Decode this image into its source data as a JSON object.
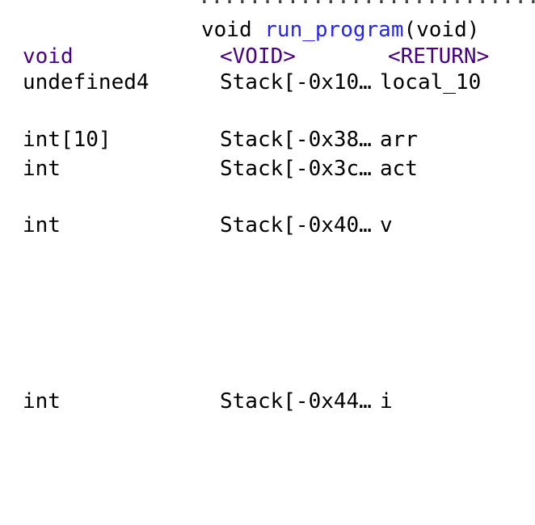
{
  "colors": {
    "background": "#ffffff",
    "keyword_purple": "#4a0082",
    "function_name_blue": "#2424f0",
    "default_text": "#000000",
    "separator_dots": "#3d3d3d"
  },
  "separator": {
    "dots": "..........................."
  },
  "function": {
    "signature": {
      "keyword": "void ",
      "name": "run_program",
      "params": "(void)"
    },
    "return_row": {
      "type": "void",
      "storage": "<VOID>",
      "name": "<RETURN>"
    },
    "variables": [
      {
        "type": "undefined4",
        "storage": "Stack[-0x10…",
        "name": "local_10"
      },
      {
        "type": "int[10]",
        "storage": "Stack[-0x38…",
        "name": "arr"
      },
      {
        "type": "int",
        "storage": "Stack[-0x3c…",
        "name": "act"
      },
      {
        "type": "int",
        "storage": "Stack[-0x40…",
        "name": "v"
      },
      {
        "type": "int",
        "storage": "Stack[-0x44…",
        "name": "i"
      }
    ]
  }
}
